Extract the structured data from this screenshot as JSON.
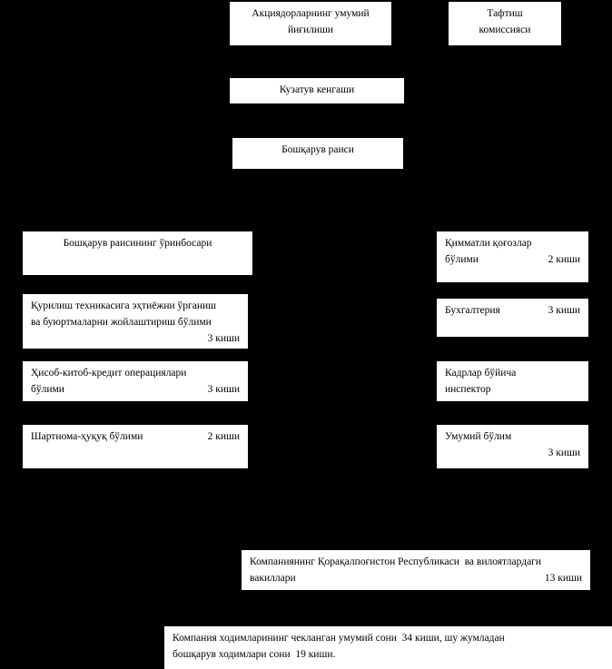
{
  "diagram": {
    "title": "Company organizational structure chart",
    "background_color": "#000000",
    "node_fill_color": "#ffffff",
    "node_text_color": "#000000"
  },
  "nodes": {
    "shareholders_meeting": {
      "line1": "Акциядорларнинг умумий",
      "line2": "йиғилиши"
    },
    "audit_commission": {
      "line1": "Тафтиш",
      "line2": "комиссияси"
    },
    "supervisory_board": {
      "line1": "Кузатув кенгаши"
    },
    "board_chairman": {
      "line1": "Бошқарув раиси"
    },
    "deputy_chairman": {
      "line1": "Бошқарув раисининг ўринбосари"
    },
    "construction_equipment_dept": {
      "line1": "Қурилиш техникасига эҳтиёжни ўрганиш",
      "line2": "ва буюртмаларни жойлаштириш бўлими",
      "count": "3 киши"
    },
    "accounting_credit_dept": {
      "line1": "Ҳисоб-китоб-кредит операциялари",
      "label2": "бўлими",
      "count": "3 киши"
    },
    "contract_legal_dept": {
      "label": "Шартнома-ҳуқуқ бўлими",
      "count": "2 киши"
    },
    "securities_dept": {
      "line1": "Қимматли қоғозлар",
      "label2": "бўлими",
      "count": "2 киши"
    },
    "bookkeeping_dept": {
      "label": "Бухгалтерия",
      "count": "3 киши"
    },
    "hr_inspector": {
      "line1": "Кадрлар бўйича",
      "line2": "инспектор"
    },
    "general_dept": {
      "line1": "Умумий бўлим",
      "count": "3 киши"
    },
    "regional_representatives": {
      "line1": "Компаниянинг Қорақалпоғистон Республикаси  ва вилоятлардаги",
      "label2": "вакиллари",
      "count": "13 киши"
    },
    "staff_summary": {
      "line1": "Компания ходимларининг чекланган умумий сони  34 киши, шу жумладан",
      "line2": "бошқарув ходимлари сони  19 киши."
    }
  }
}
